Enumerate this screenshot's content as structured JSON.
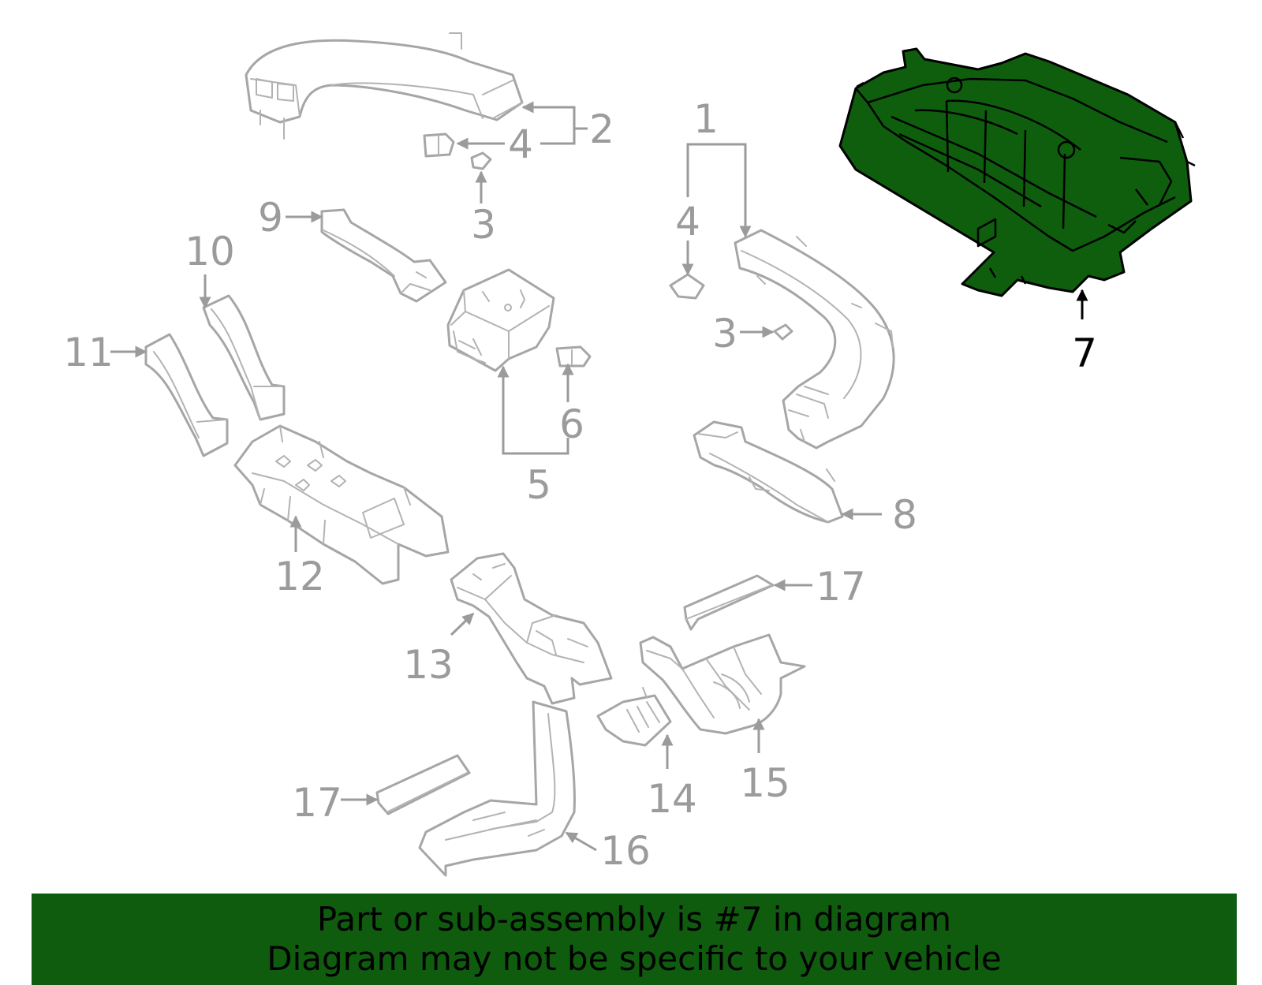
{
  "colors": {
    "part_stroke": "#a6a6a6",
    "label_gray": "#9b9b9b",
    "highlight_fill": "#0e5e0e",
    "highlight_label": "#000000",
    "banner_bg": "#0f5c0f",
    "banner_text": "#000000"
  },
  "callouts": {
    "c1": "1",
    "c2": "2",
    "c3a": "3",
    "c3b": "3",
    "c4a": "4",
    "c4b": "4",
    "c5": "5",
    "c6": "6",
    "c7": "7",
    "c8": "8",
    "c9": "9",
    "c10": "10",
    "c11": "11",
    "c12": "12",
    "c13": "13",
    "c14": "14",
    "c15": "15",
    "c16": "16",
    "c17a": "17",
    "c17b": "17"
  },
  "highlighted_callout": "7",
  "banner": {
    "line1": "Part or sub-assembly is #7 in diagram",
    "line2": "Diagram may not be specific to your vehicle"
  }
}
